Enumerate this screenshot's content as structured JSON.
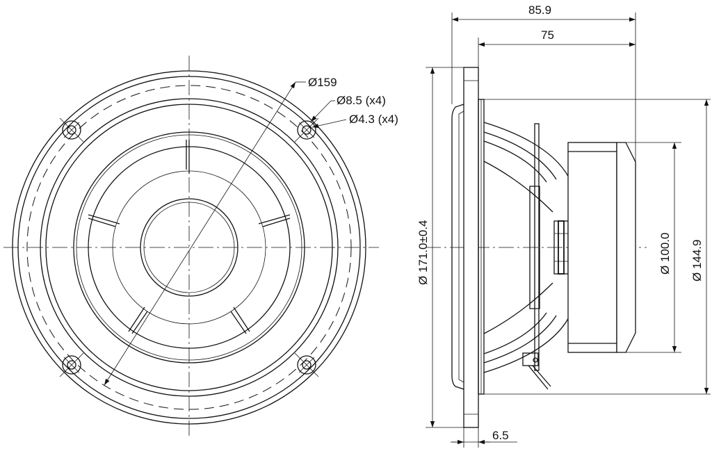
{
  "front_view": {
    "labels": {
      "outer_diameter": "Ø159",
      "mount_holes": "Ø8.5 (x4)",
      "small_holes": "Ø4.3 (x4)"
    }
  },
  "side_view": {
    "labels": {
      "overall_depth": "85.9",
      "body_depth": "75",
      "frame_diameter": "Ø 171.0±0.4",
      "magnet_diameter": "Ø 100.0",
      "basket_diameter": "Ø 144.9",
      "flange_thickness": "6.5"
    }
  }
}
